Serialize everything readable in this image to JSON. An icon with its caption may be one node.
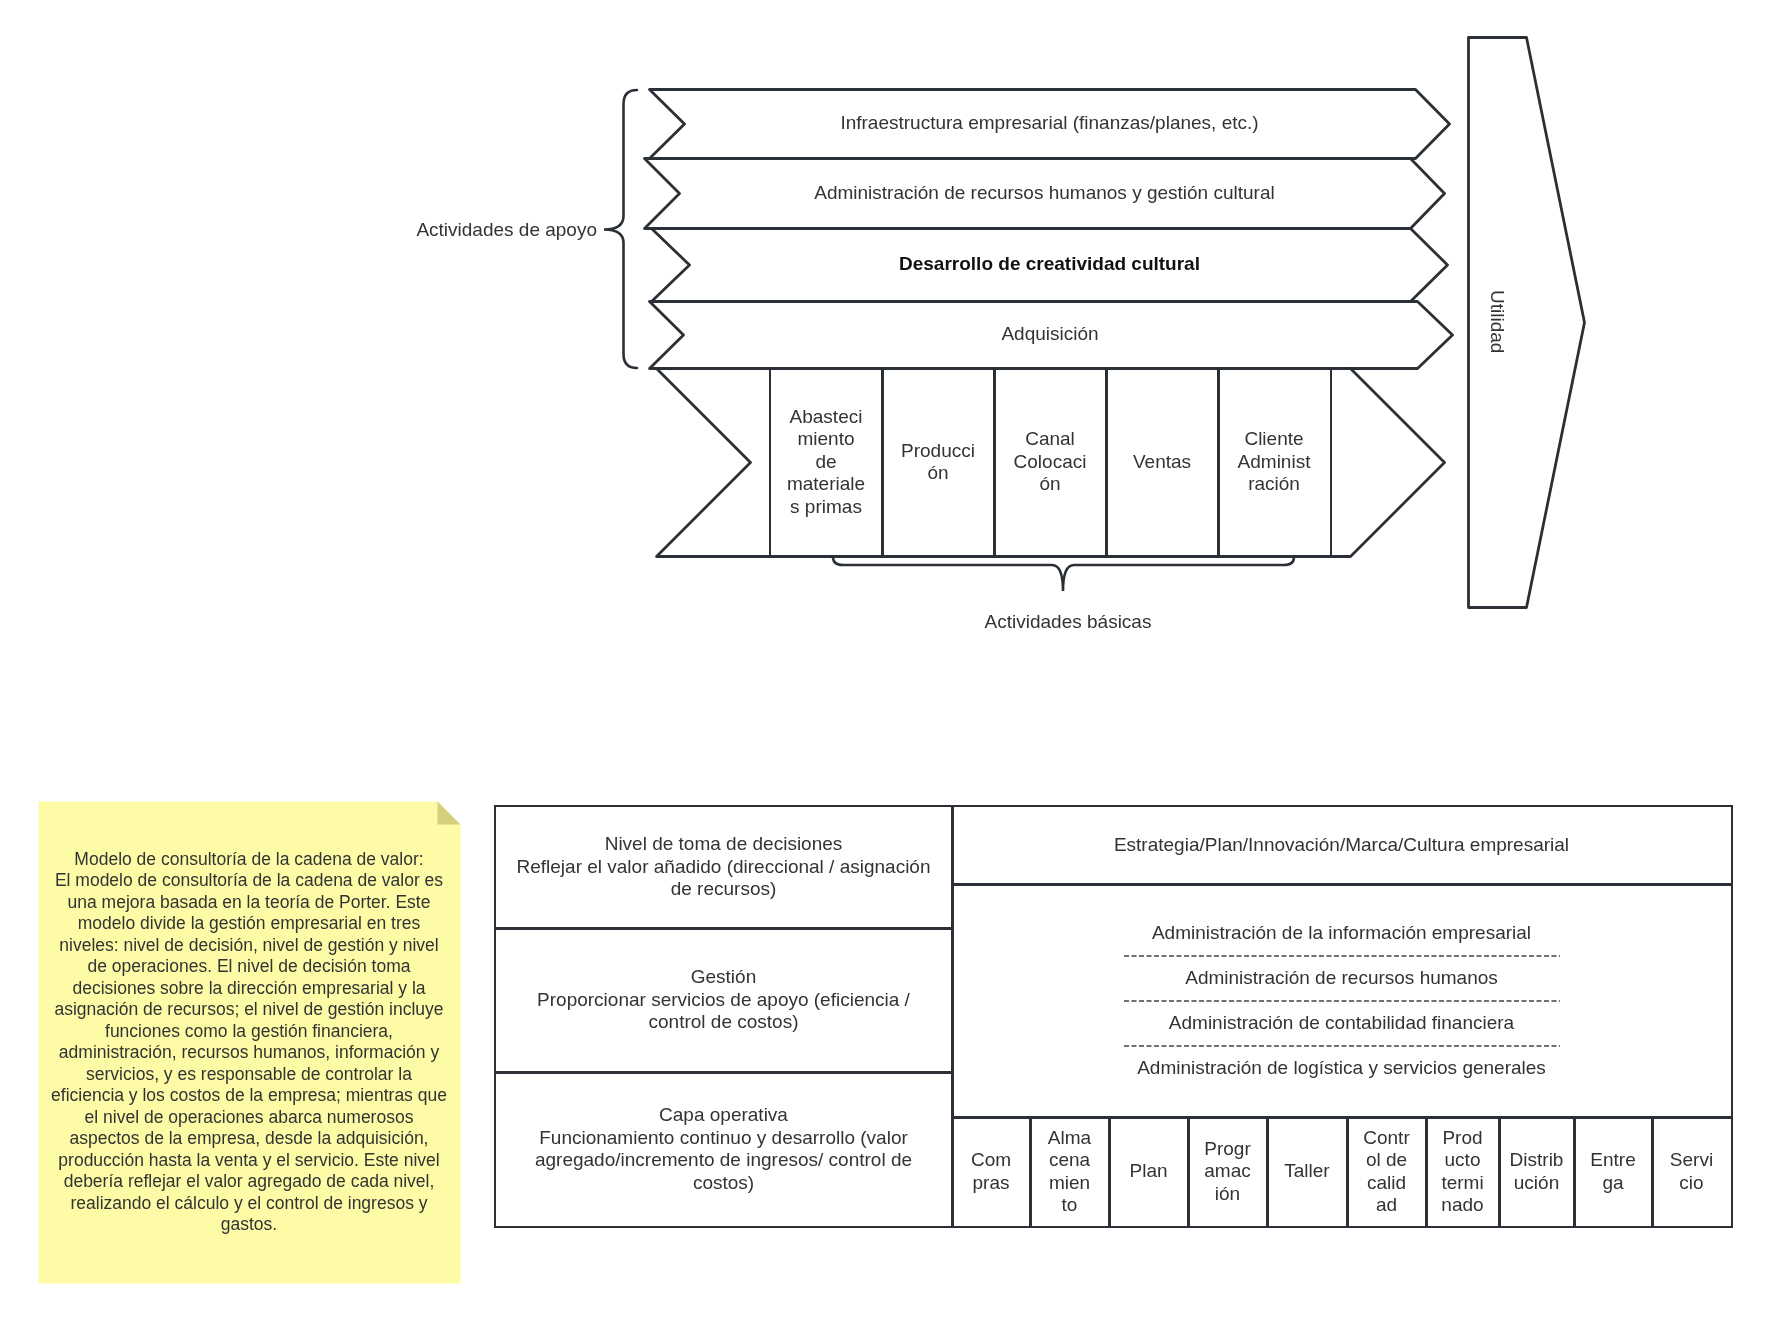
{
  "diagram": {
    "nodes": [
      {
        "text": [
          "Infraestructura empresarial (finanzas/planes, etc.)"
        ]
      },
      {
        "text": [
          "Administración de recursos humanos y gestión cultural"
        ]
      },
      {
        "text": [
          "Desarrollo de creatividad cultural"
        ]
      },
      {
        "text": [
          "Adquisición"
        ]
      },
      {
        "text": [],
        "shape": "arrow"
      },
      {
        "text": [
          "Abastecimiento de materiales primas"
        ],
        "in": 4
      },
      {
        "text": [
          "Producción"
        ],
        "in": 4
      },
      {
        "text": [
          "Canal Colocación"
        ],
        "in": 4
      },
      {
        "text": [
          "Ventas"
        ],
        "in": 4
      },
      {
        "text": [
          "Cliente Administración"
        ],
        "in": 4
      },
      {
        "text": [
          "Utilidad"
        ]
      },
      {
        "text": [
          "Modelo de consultoría de la cadena de valor:",
          "El modelo de consultoría de la cadena de valor es una mejora basada en la teoría de Porter. Este modelo divide la gestión empresarial en tres niveles: nivel de decisión, nivel de gestión y nivel de operaciones. El nivel de decisión toma decisiones sobre la dirección empresarial y la asignación de recursos; el nivel de gestión incluye funciones como la gestión financiera, administración, recursos humanos, información y servicios, y es responsable de controlar la eficiencia y los costos de la empresa; mientras que el nivel de operaciones abarca numerosos aspectos de la empresa, desde la adquisición, producción hasta la venta y el servicio. Este nivel debería reflejar el valor agregado de cada nivel, realizando el cálculo y el control de ingresos y gastos."
        ]
      },
      {
        "text": [
          "Nivel de toma de decisiones",
          "Reflejar el valor añadido (direccional / asignación de recursos)"
        ]
      },
      {
        "text": [
          "Gestión",
          "Proporcionar servicios de apoyo (eficiencia / control de costos)"
        ]
      },
      {
        "text": [
          "Capa operativa",
          "Funcionamiento continuo y desarrollo (valor agregado/incremento de ingresos/ control de costos)"
        ]
      },
      {
        "text": [
          "Estrategia/Plan/Innovación/Marca/Cultura empresarial"
        ]
      },
      {
        "text": [
          "Administración de la información empresarial",
          "Administración de recursos humanos",
          "Administración de contabilidad financiera",
          "Administración de logística y servicios generales"
        ]
      },
      {
        "text": [
          "Compras"
        ]
      },
      {
        "text": [
          "Almacenamiento"
        ]
      },
      {
        "text": [
          "Plan"
        ]
      },
      {
        "text": [
          "Programación"
        ]
      },
      {
        "text": [
          "Taller"
        ]
      },
      {
        "text": [
          "Control de calidad"
        ]
      },
      {
        "text": [
          "Producto terminado"
        ]
      },
      {
        "text": [
          "Distribución"
        ]
      },
      {
        "text": [
          "Entrega"
        ]
      },
      {
        "text": [
          "Servicio"
        ]
      }
    ],
    "labels": [
      "Actividades de apoyo",
      "Actividades básicas"
    ]
  }
}
